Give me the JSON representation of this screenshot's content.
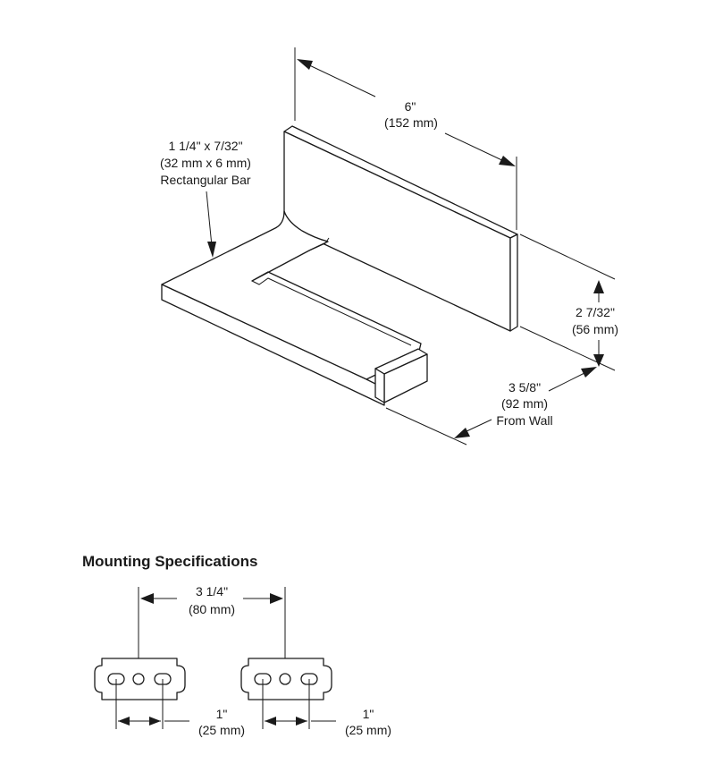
{
  "product_dimensions": {
    "length": {
      "imperial": "6\"",
      "metric": "(152 mm)"
    },
    "bar": {
      "size": "1 1/4\" x 7/32\"",
      "metric": "(32 mm x 6 mm)",
      "label": "Rectangular Bar"
    },
    "height": {
      "imperial": "2 7/32\"",
      "metric": "(56 mm)"
    },
    "projection": {
      "imperial": "3 5/8\"",
      "metric": "(92 mm)",
      "label": "From Wall"
    }
  },
  "mounting": {
    "heading": "Mounting Specifications",
    "center_spacing": {
      "imperial": "3 1/4\"",
      "metric": "(80 mm)"
    },
    "left_slot_spacing": {
      "imperial": "1\"",
      "metric": "(25 mm)"
    },
    "right_slot_spacing": {
      "imperial": "1\"",
      "metric": "(25 mm)"
    }
  }
}
